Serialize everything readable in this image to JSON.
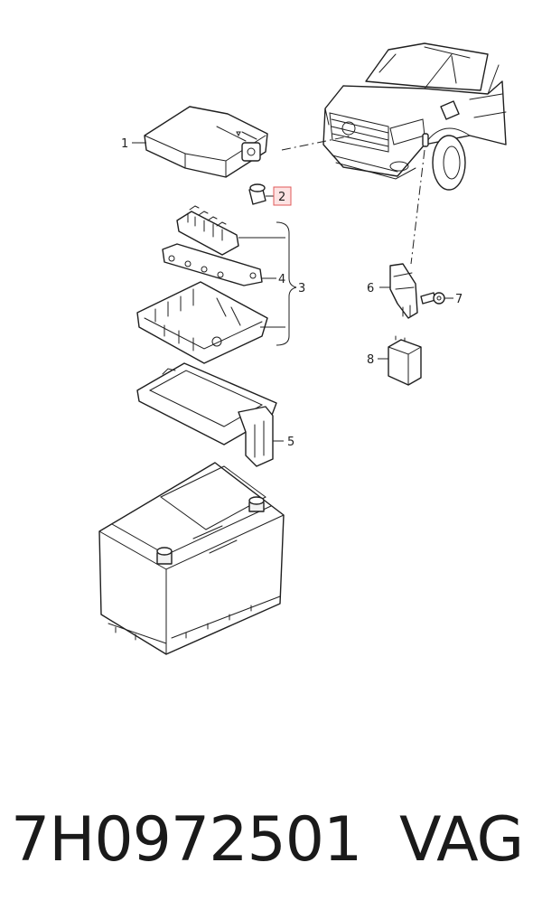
{
  "callouts": {
    "c1": "1",
    "c2": "2",
    "c3": "3",
    "c4": "4",
    "c5": "5",
    "c6": "6",
    "c7": "7",
    "c8": "8"
  },
  "highlighted_callout": "2",
  "colors": {
    "line": "#1f1f1f",
    "highlight_fill": "#fde3e3",
    "highlight_stroke": "#e05a5a",
    "text": "#1a1a1a"
  },
  "footer": {
    "part_number": "7H0972501",
    "brand": "VAG"
  }
}
